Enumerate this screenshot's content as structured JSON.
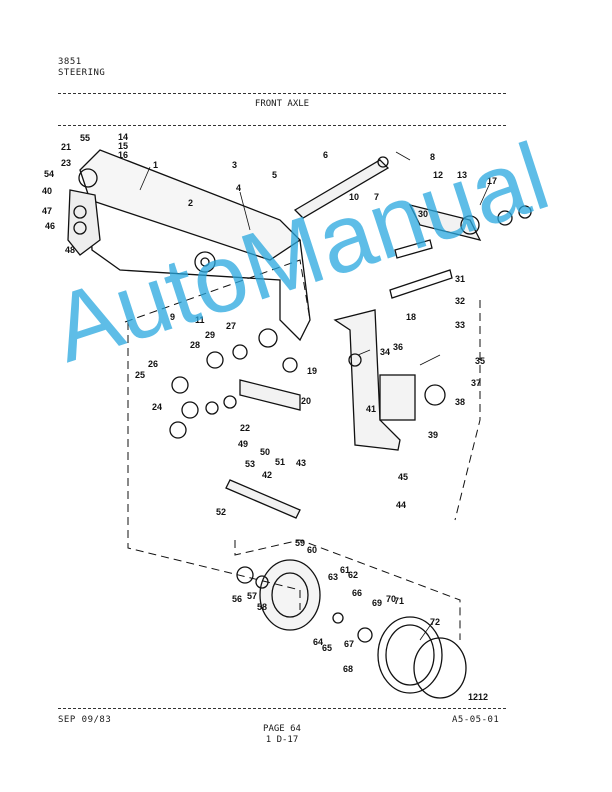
{
  "header": {
    "model": "3851",
    "section": "STEERING",
    "title": "FRONT AXLE"
  },
  "figure": {
    "number": "1212",
    "callouts": [
      "1",
      "2",
      "3",
      "4",
      "5",
      "6",
      "7",
      "8",
      "9",
      "10",
      "11",
      "12",
      "13",
      "14",
      "15",
      "16",
      "17",
      "18",
      "19",
      "20",
      "21",
      "22",
      "23",
      "24",
      "25",
      "26",
      "27",
      "28",
      "29",
      "30",
      "31",
      "32",
      "33",
      "34",
      "35",
      "36",
      "37",
      "38",
      "39",
      "40",
      "41",
      "42",
      "43",
      "44",
      "45",
      "46",
      "47",
      "48",
      "49",
      "50",
      "51",
      "52",
      "53",
      "54",
      "55",
      "56",
      "57",
      "58",
      "59",
      "60",
      "61",
      "62",
      "63",
      "64",
      "65",
      "66",
      "67",
      "68",
      "69",
      "70",
      "71",
      "72"
    ]
  },
  "footer": {
    "date": "SEP 09/83",
    "page": "PAGE 64",
    "ref": "1 D-17",
    "code": "A5-05-01"
  },
  "watermark": {
    "text": "AutoManual",
    "color": "#29a8df"
  }
}
